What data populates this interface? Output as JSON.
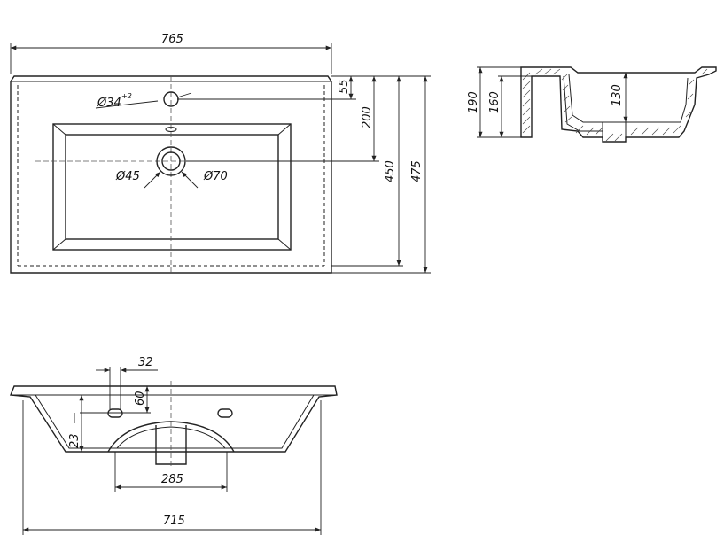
{
  "top_view": {
    "width": "765",
    "tap_hole": "Ø34",
    "tap_hole_tolerance": "+2",
    "tap_hole_offset": "55",
    "drain_offset": "200",
    "bowl_depth": "450",
    "total_depth": "475",
    "drain_inner": "Ø45",
    "drain_outer": "Ø70"
  },
  "side_section": {
    "total_height": "190",
    "body_height": "160",
    "bowl_height": "130"
  },
  "front_view": {
    "slot_spacing": "32",
    "slot_height": "60",
    "slot_offset": "23",
    "arch_width": "285",
    "base_width": "715"
  }
}
